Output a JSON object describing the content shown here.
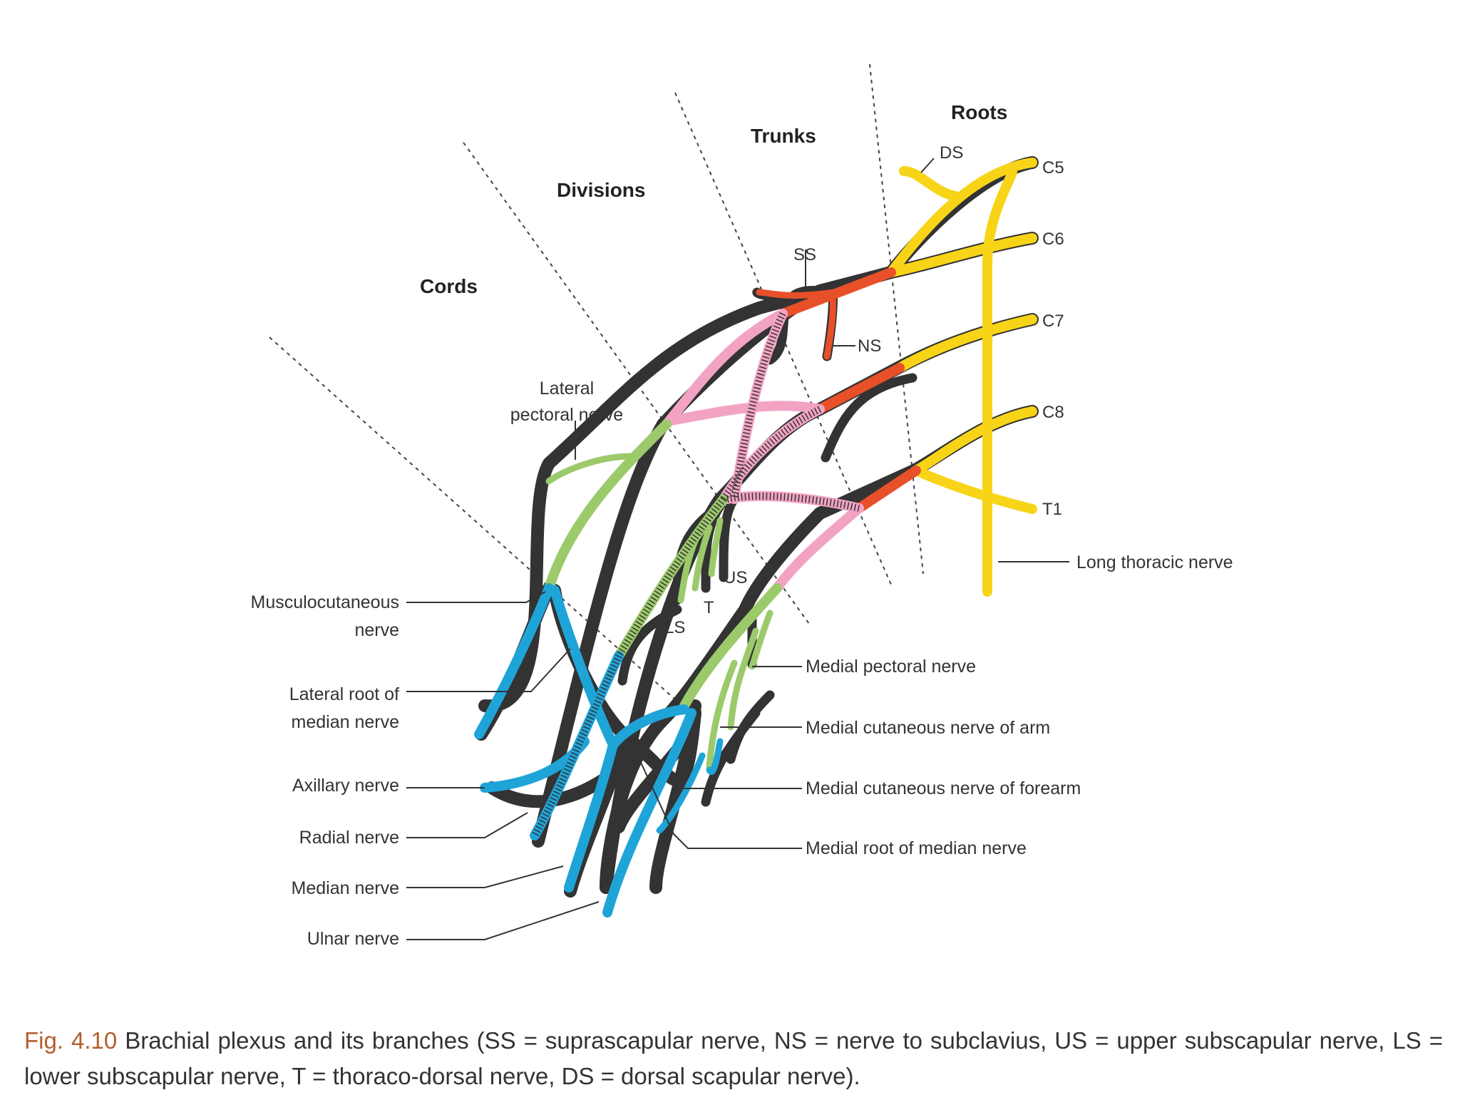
{
  "zones": {
    "roots": "Roots",
    "trunks": "Trunks",
    "divisions": "Divisions",
    "cords": "Cords"
  },
  "roots": {
    "c5": "C5",
    "c6": "C6",
    "c7": "C7",
    "c8": "C8",
    "t1": "T1"
  },
  "branch_abbrev": {
    "ds": "DS",
    "ss": "SS",
    "ns": "NS",
    "us": "US",
    "t": "T",
    "ls": "LS"
  },
  "nerves": {
    "lateral_pectoral_line1": "Lateral",
    "lateral_pectoral_line2": "pectoral nerve",
    "long_thoracic": "Long thoracic nerve",
    "musculocutaneous_line1": "Musculocutaneous",
    "musculocutaneous_line2": "nerve",
    "lateral_root_line1": "Lateral root of",
    "lateral_root_line2": "median nerve",
    "axillary": "Axillary nerve",
    "radial": "Radial nerve",
    "median": "Median nerve",
    "ulnar": "Ulnar nerve",
    "medial_pectoral": "Medial pectoral nerve",
    "medial_cutaneous_arm": "Medial cutaneous nerve of arm",
    "medial_cutaneous_forearm": "Medial cutaneous nerve of forearm",
    "medial_root": "Medial root of median nerve"
  },
  "caption": {
    "fig_label": "Fig. 4.10",
    "text": "Brachial plexus and its branches (SS = suprascapular nerve, NS = nerve to subclavius, US = upper subscapular nerve, LS = lower subscapular nerve, T = thoraco-dorsal nerve, DS = dorsal scapular nerve)."
  },
  "colors": {
    "roots": "#f7d417",
    "trunks": "#e8502a",
    "divisions": "#f2a3c4",
    "cords": "#9cca6b",
    "branches": "#1fa4d8"
  }
}
